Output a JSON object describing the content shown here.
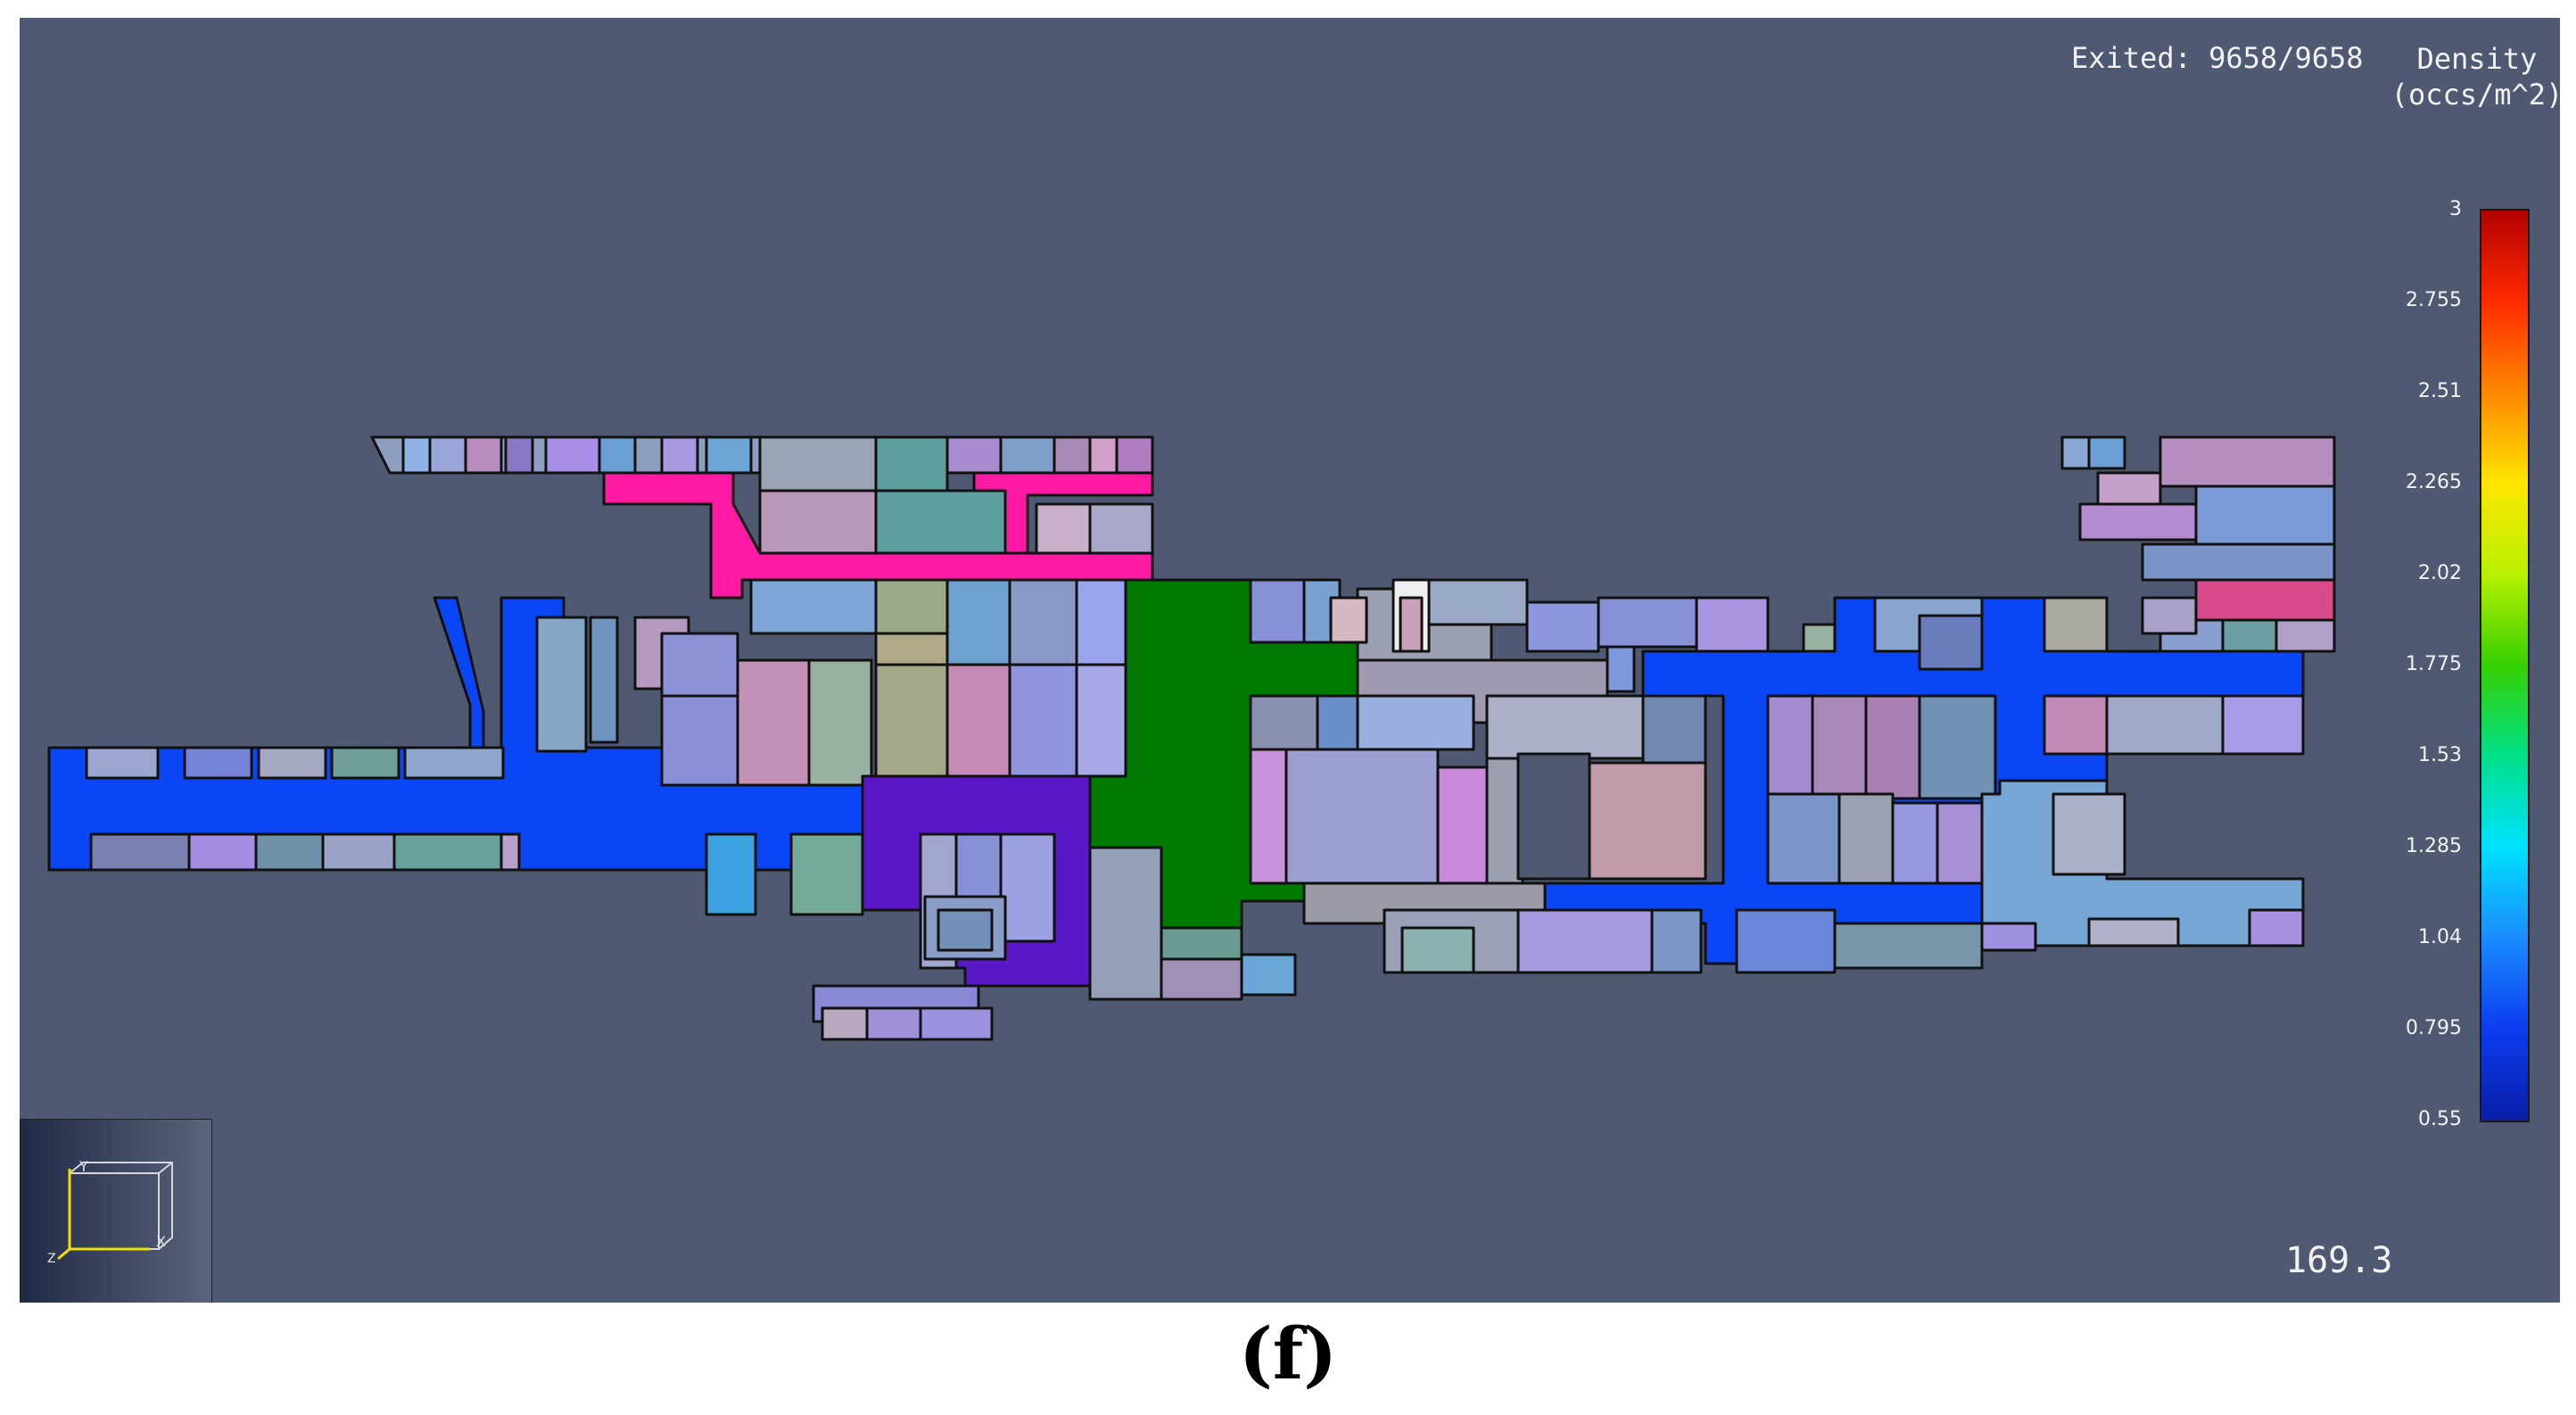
{
  "hud": {
    "exited": "Exited: 9658/9658",
    "legend_title_line1": "Density",
    "legend_title_line2": "(occs/m^2)",
    "timer": "169.3"
  },
  "colorbar": {
    "ticks": [
      "3",
      "2.755",
      "2.51",
      "2.265",
      "2.02",
      "1.775",
      "1.53",
      "1.285",
      "1.04",
      "0.795",
      "0.55"
    ],
    "min": 0.55,
    "max": 3
  },
  "axes": {
    "x_label": "X",
    "y_label": "Y",
    "z_label": "Z"
  },
  "caption": "(f)",
  "colors": {
    "background": "#4f5a72",
    "corridor_blue": "#0a46f5",
    "corridor_magenta": "#ff1aa3",
    "corridor_green": "#007a00",
    "corridor_purple": "#5a17c8"
  }
}
